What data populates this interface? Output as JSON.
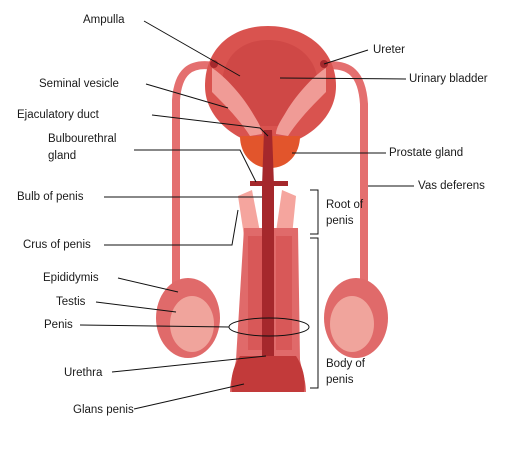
{
  "labels": {
    "ampulla": "Ampulla",
    "seminal_vesicle": "Seminal vesicle",
    "ejaculatory_duct": "Ejaculatory duct",
    "bulbourethral_gland_1": "Bulbourethral",
    "bulbourethral_gland_2": "gland",
    "bulb_of_penis": "Bulb of penis",
    "crus_of_penis": "Crus of penis",
    "epididymis": "Epididymis",
    "testis": "Testis",
    "penis": "Penis",
    "urethra": "Urethra",
    "glans_penis": "Glans penis",
    "ureter": "Ureter",
    "urinary_bladder": "Urinary bladder",
    "prostate_gland": "Prostate gland",
    "vas_deferens": "Vas deferens",
    "root_of_penis_1": "Root of",
    "root_of_penis_2": "penis",
    "body_of_penis_1": "Body of",
    "body_of_penis_2": "penis"
  },
  "colors": {
    "tissue": "#e06a6a",
    "tissue_dark": "#c23a3a",
    "tissue_deep": "#a5282c",
    "tissue_light": "#f19a94",
    "testis": "#e7908a",
    "prostate": "#e2552c",
    "leader": "#111111"
  }
}
